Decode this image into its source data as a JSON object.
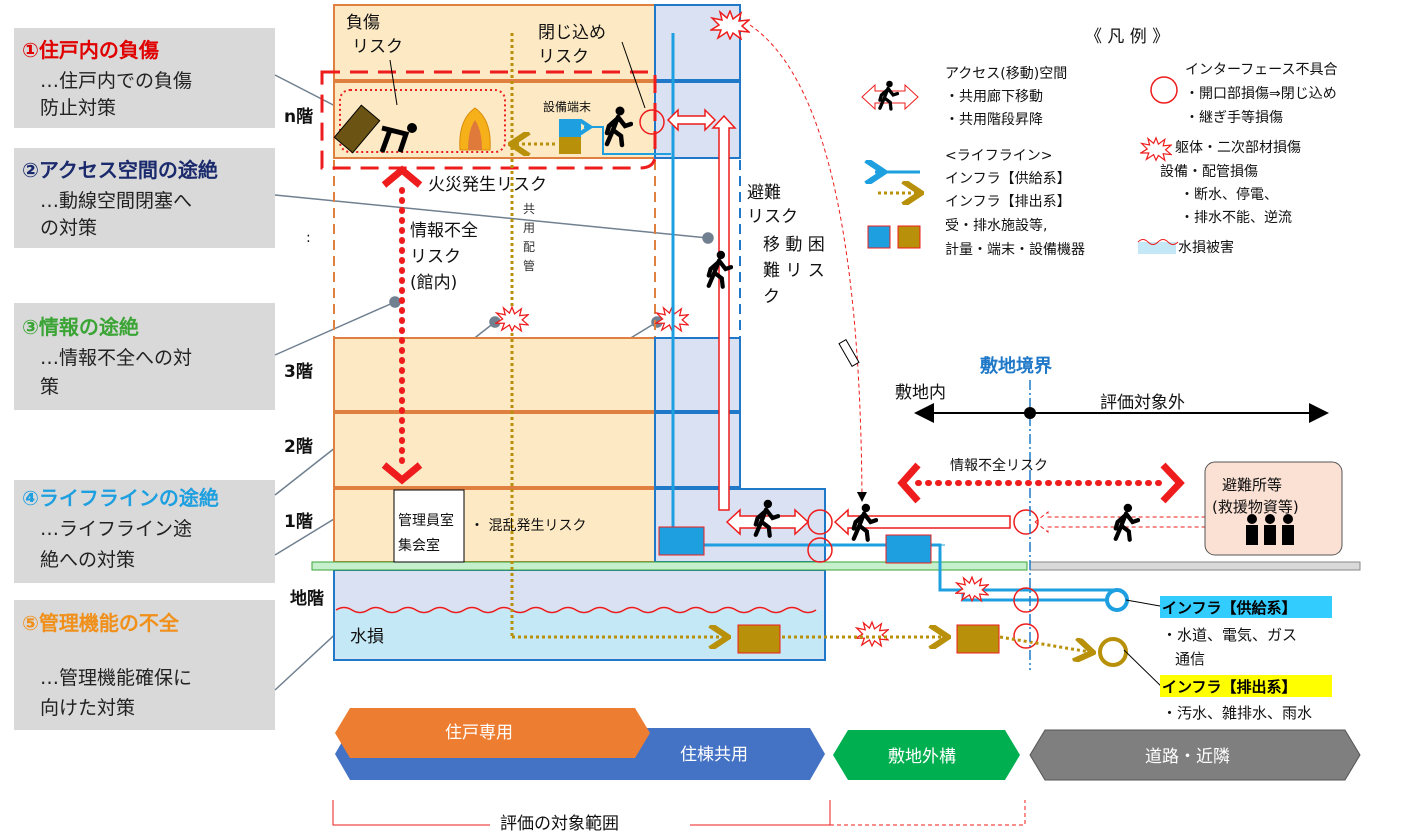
{
  "panels": [
    {
      "title": "①住戸内の負傷",
      "line1": "…住戸内での負傷",
      "line2": "防止対策",
      "color": "#e00000"
    },
    {
      "title": "②アクセス空間の途絶",
      "line1": "…動線空間閉塞へ",
      "line2": "の対策",
      "color": "#1a2a6c"
    },
    {
      "title": "③情報の途絶",
      "line1": "…情報不全への対",
      "line2": "策",
      "color": "#3aa535"
    },
    {
      "title": "④ライフラインの途絶",
      "line1": "…ライフライン途",
      "line2": "絶への対策",
      "color": "#1ea0e0"
    },
    {
      "title": "⑤管理機能の不全",
      "line1": "…管理機能確保に",
      "line2": "向けた対策",
      "color": "#f0901a"
    }
  ],
  "floors": {
    "n": "n階",
    "f3": "3階",
    "f2": "2階",
    "f1": "1階",
    "b": "地階",
    "ellipsis": ":"
  },
  "building": {
    "injury_risk": [
      "負傷",
      "リスク"
    ],
    "confinement_risk": [
      "閉じ込め",
      "リスク"
    ],
    "equipment_terminal": "設備端末",
    "fire_risk": "火災発生リスク",
    "info_risk": [
      "情報不全",
      "リスク",
      "(館内)"
    ],
    "shared_pipe": [
      "共",
      "用",
      "配",
      "管"
    ],
    "evac_risk": [
      "避難",
      "リスク"
    ],
    "movement_risk": [
      "移 動 困",
      "難 リ ス",
      "ク"
    ],
    "manager_room": [
      "管理員室",
      "集会室"
    ],
    "confusion_risk": "・ 混乱発生リスク",
    "water_damage": "水損"
  },
  "site": {
    "boundary": "敷地境界",
    "inside": "敷地内",
    "outside": "評価対象外",
    "info_risk": "情報不全リスク",
    "shelter": [
      "避難所等",
      "(救援物資等)"
    ],
    "supply_label": "インフラ【供給系】",
    "supply_items": [
      "・水道、電気、ガス",
      "通信"
    ],
    "discharge_label": "インフラ【排出系】",
    "discharge_items": "・汚水、雑排水、雨水"
  },
  "legend": {
    "title": "《 凡 例 》",
    "access": [
      "アクセス(移動)空間",
      "・共用廊下移動",
      "・共用階段昇降"
    ],
    "lifeline": [
      "<ライフライン>",
      "インフラ【供給系】",
      "インフラ【排出系】",
      "受・排水施設等,",
      "計量・端末・設備機器"
    ],
    "interface": [
      "インターフェース不具合",
      "・開口部損傷⇒閉じ込め",
      "・継ぎ手等損傷"
    ],
    "damage": [
      "躯体・二次部材損傷",
      "設備・配管損傷",
      "・断水、停電、",
      "・排水不能、逆流"
    ],
    "water": "水損被害"
  },
  "zones": {
    "private": "住戸専用",
    "common": "住棟共用",
    "exterior": "敷地外構",
    "road": "道路・近隣",
    "scope": "評価の対象範囲"
  },
  "colors": {
    "red": "#ee1c1c",
    "blue": "#1ea0e0",
    "gold": "#b8900a",
    "tan": "#fde9c4",
    "orange": "#e08040",
    "steel": "#d9e1f2"
  }
}
